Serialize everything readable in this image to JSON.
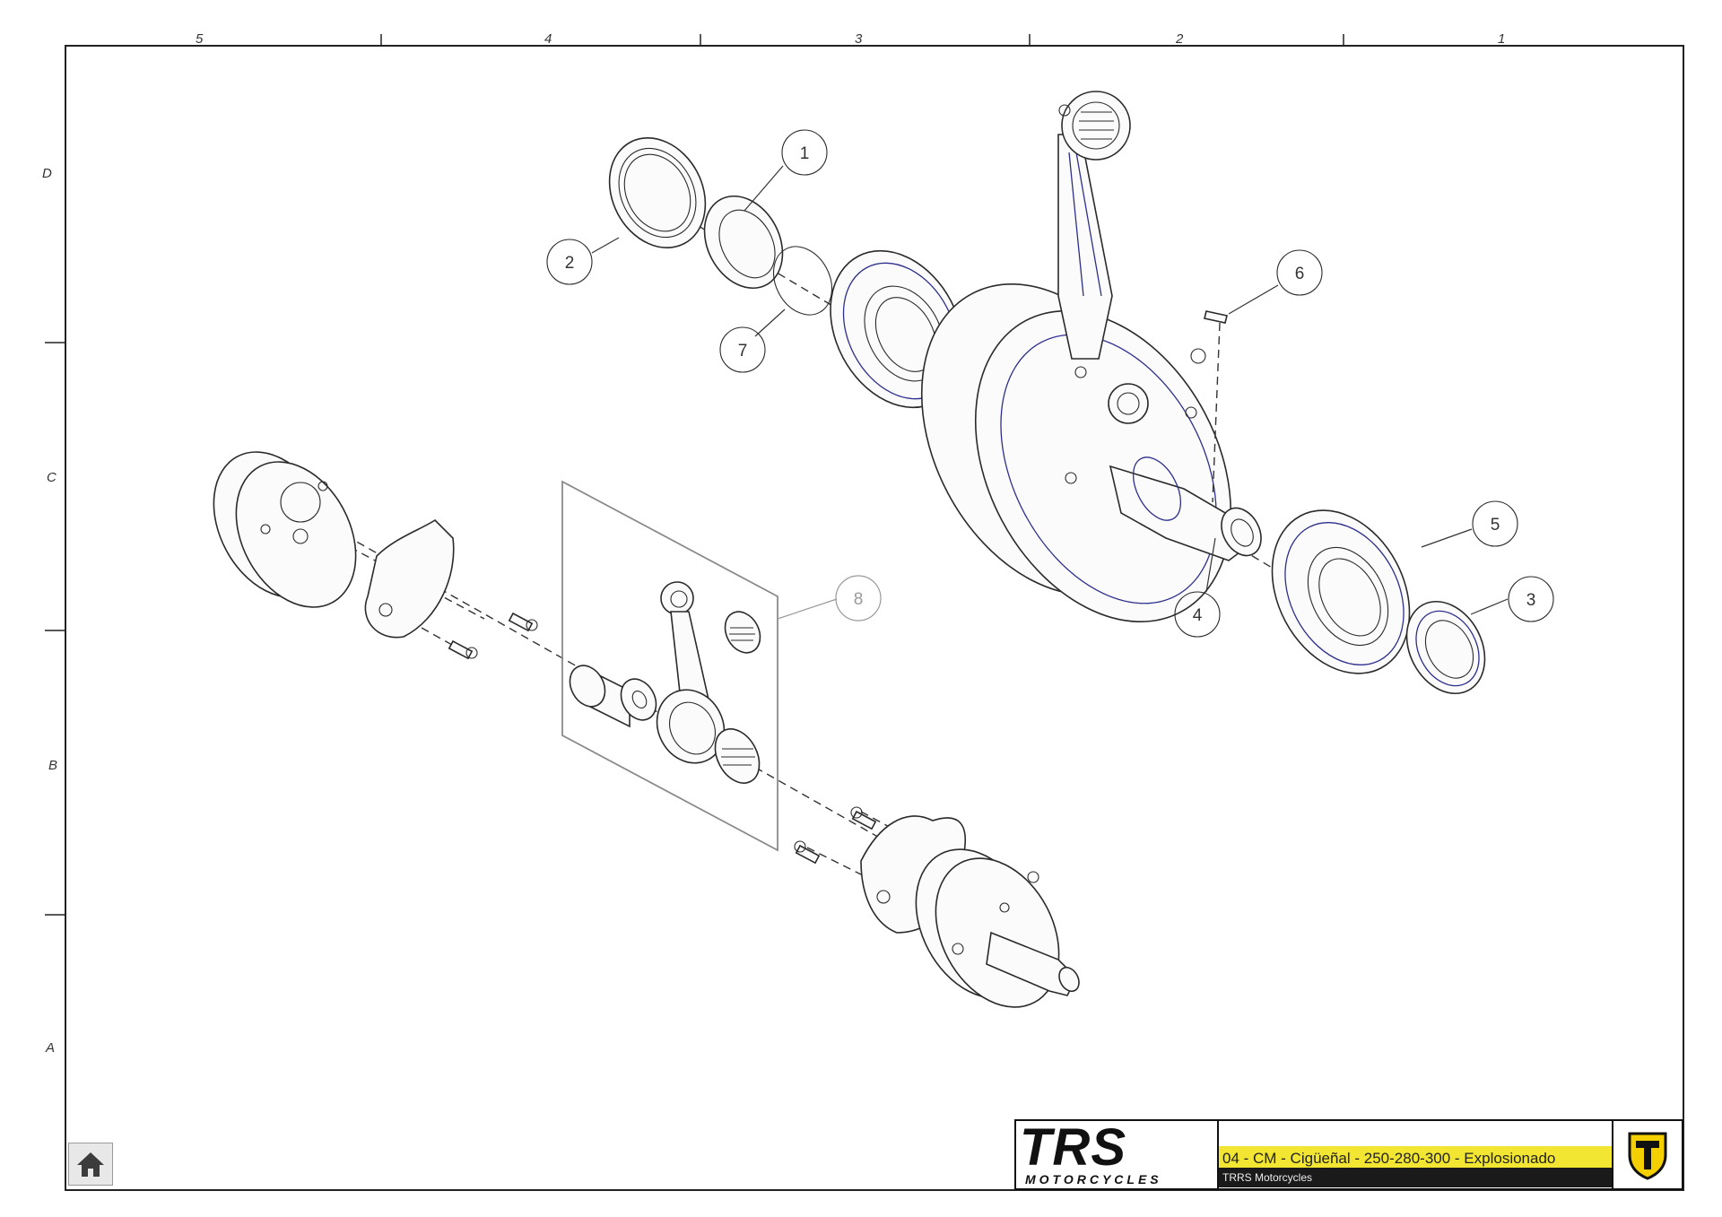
{
  "frame": {
    "column_labels": [
      "5",
      "4",
      "3",
      "2",
      "1"
    ],
    "row_labels": [
      "D",
      "C",
      "B",
      "A"
    ]
  },
  "callouts": [
    {
      "number": "1"
    },
    {
      "number": "2"
    },
    {
      "number": "3"
    },
    {
      "number": "4"
    },
    {
      "number": "5"
    },
    {
      "number": "6"
    },
    {
      "number": "7"
    },
    {
      "number": "8"
    }
  ],
  "title_block": {
    "logo_main_left": "TR",
    "logo_main_accent": "",
    "logo_main_right": "S",
    "logo_sub": "MOTORCYCLES",
    "title": "04 - CM - Cigüeñal - 250-280-300 - Explosionado",
    "company": "TRRS Motorcycles",
    "emblem": "trrs-shield-emblem"
  },
  "controls": {
    "home_icon": "home-icon"
  },
  "colors": {
    "title_yellow": "#f2e632",
    "company_bar": "#1a1a1a",
    "emblem_yellow": "#f5d000",
    "line_blue": "#2c2f8c"
  }
}
